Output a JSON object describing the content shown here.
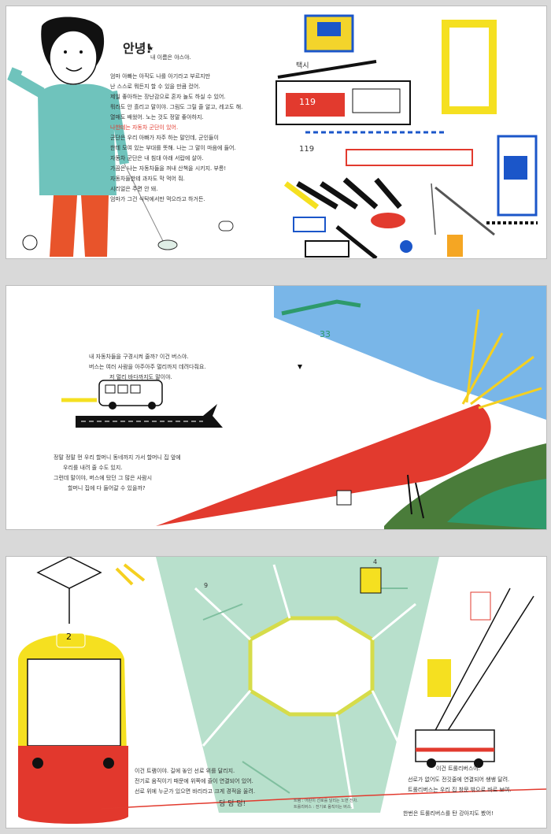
{
  "spread1": {
    "greeting": "안녕!",
    "name_line": "내 이름은 야스야.",
    "left_lines": [
      "엄마 아빠는 아직도 나를 아기라고 부르지만",
      "난 스스로 뭐든지 할 수 있을 만큼 컸어.",
      "제일 좋아하는 장난감으로 혼자 놀도 하실 수 있어.",
      "뭐라도 안 흘리고 말이야. 그림도 그릴 줄 알고, 레고도 해.",
      "열매도 배웠어. 노는 것도 정말 좋아하지.",
      "나한테는 자동차 군단이 있어.",
      "군단은 우리 아빠가 자주 하는 말인데, 군인들이",
      "한데 모여 있는 부대를 뜻해. 나는 그 말이 마음에 들어.",
      "자동차 군단은 내 침대 아래 서랍에 살아.",
      "가끔은 나는 자동차들을 꺼내 산책을 시키지. 부릉!",
      "자동차들한테 과자도 막 먹어 줘.",
      "시리얼은 주면 안 돼.",
      "엄마가 그건 식탁에서만 먹으라고 하거든."
    ],
    "highlight": "자동차 군단",
    "taxi_label": "택시",
    "fire_truck_number": "119",
    "fire_number_2": "119"
  },
  "spread2": {
    "bus_lines": [
      "내 자동차들을 구경시켜 줄까? 이건 버스야.",
      "버스는 여러 사람을 아주아주 멀리까지 데려다줘요.",
      "저 멀리 바다까지도 말이야."
    ],
    "bus_highlight": "버스",
    "trip_lines": [
      "정말 정말 먼 우리 할머니 동네까지 가서 할머니 집 앞에",
      "우리를 내려 줄 수도 있지.",
      "그런데 말이야, 버스에 탔던 그 많은 사람시",
      "할머니 집에 다 들어갈 수 있을까?"
    ],
    "sky_number": "33"
  },
  "spread3": {
    "tram_number": "2",
    "tram_lines": [
      "이건 트램이야. 길에 놓인 선로 위를 달리지.",
      "전기로 움직이기 때문에 위쪽에 줄이 연결되어 있어.",
      "선로 위에 누군가 있으면 바리라고 크게 경적을 울려."
    ],
    "tram_highlight": "트램",
    "sound": "딩 딩 딩!",
    "map_numbers": [
      "4",
      "9"
    ],
    "footnote_1": "트램 : 어린이 선로를 달리는 노면 전차.",
    "footnote_2": "트롤리버스 : 전기로 움직이는 버스.",
    "trolley_lines": [
      "이건 트롤리버스야.",
      "선로가 없어도 전깃줄에 연결되어 쌩쌩 달려.",
      "트롤리버스는 우리 집 창문 밖으로 바로 보여.",
      "한번은 트롤리버스를 탄 강아지도 봤어!"
    ],
    "trolley_highlight": "트롤리버스"
  }
}
